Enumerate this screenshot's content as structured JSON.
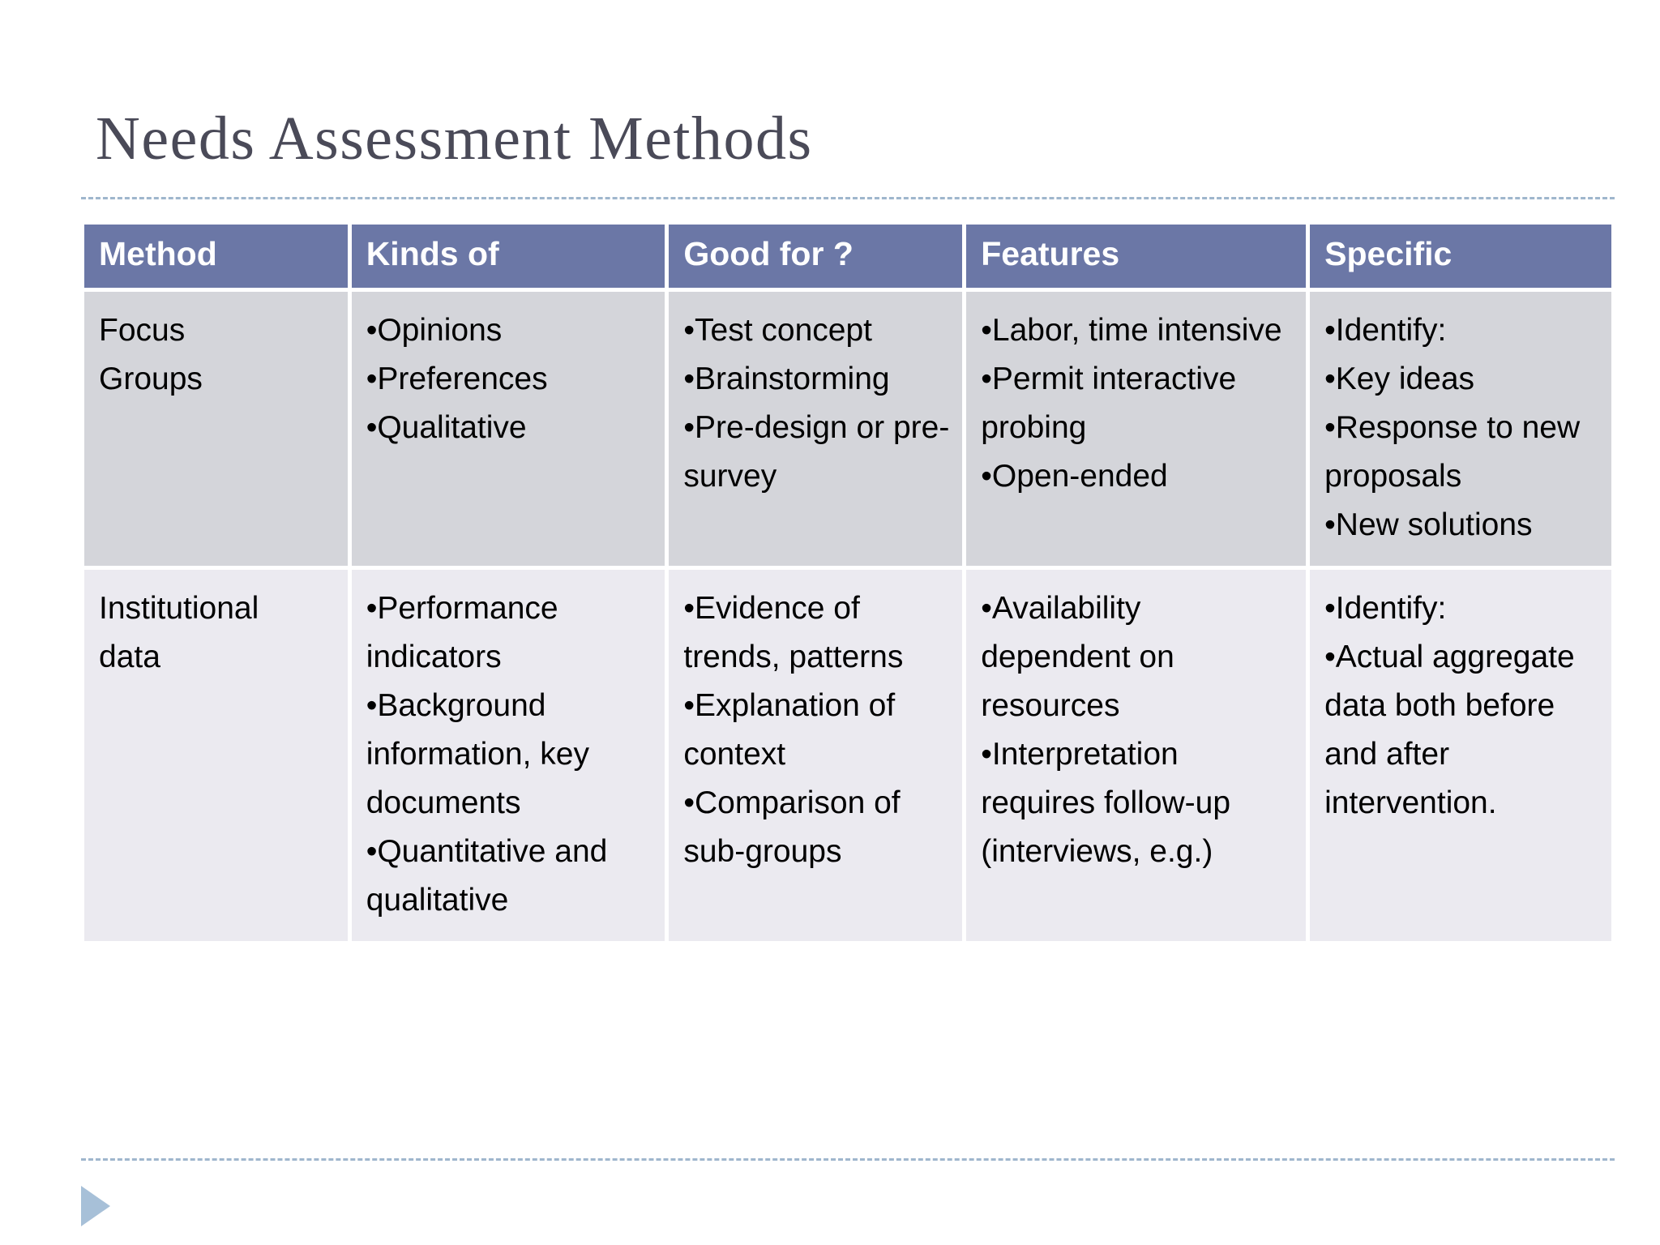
{
  "slide": {
    "title": "Needs Assessment Methods",
    "accent_color": "#6b77a6",
    "title_color": "#4a4a58",
    "rule_color": "#9fb6cd",
    "row_a_bg": "#d4d5da",
    "row_b_bg": "#ebeaf0",
    "triangle_color": "#a7c0d8"
  },
  "table": {
    "headers": [
      "Method",
      "Kinds of",
      "Good for ?",
      "Features",
      "Specific"
    ],
    "rows": [
      {
        "method": "Focus\nGroups",
        "kinds_of": [
          "Opinions",
          "Preferences",
          "Qualitative"
        ],
        "good_for": [
          "Test concept",
          "Brainstorming",
          "Pre-design or pre-survey"
        ],
        "features": [
          "Labor, time intensive",
          "Permit interactive probing",
          "Open-ended"
        ],
        "specific": [
          "Identify:",
          "Key ideas",
          "Response to new proposals",
          "New solutions"
        ]
      },
      {
        "method": "Institutional\ndata",
        "kinds_of": [
          "Performance indicators",
          "Background information, key documents",
          "Quantitative and qualitative"
        ],
        "good_for": [
          "Evidence of trends, patterns",
          "Explanation of context",
          "Comparison of sub-groups"
        ],
        "features": [
          "Availability dependent on resources",
          "Interpretation requires follow-up (interviews, e.g.)"
        ],
        "specific": [
          "Identify:",
          "Actual aggregate data both before and after intervention."
        ]
      }
    ]
  }
}
